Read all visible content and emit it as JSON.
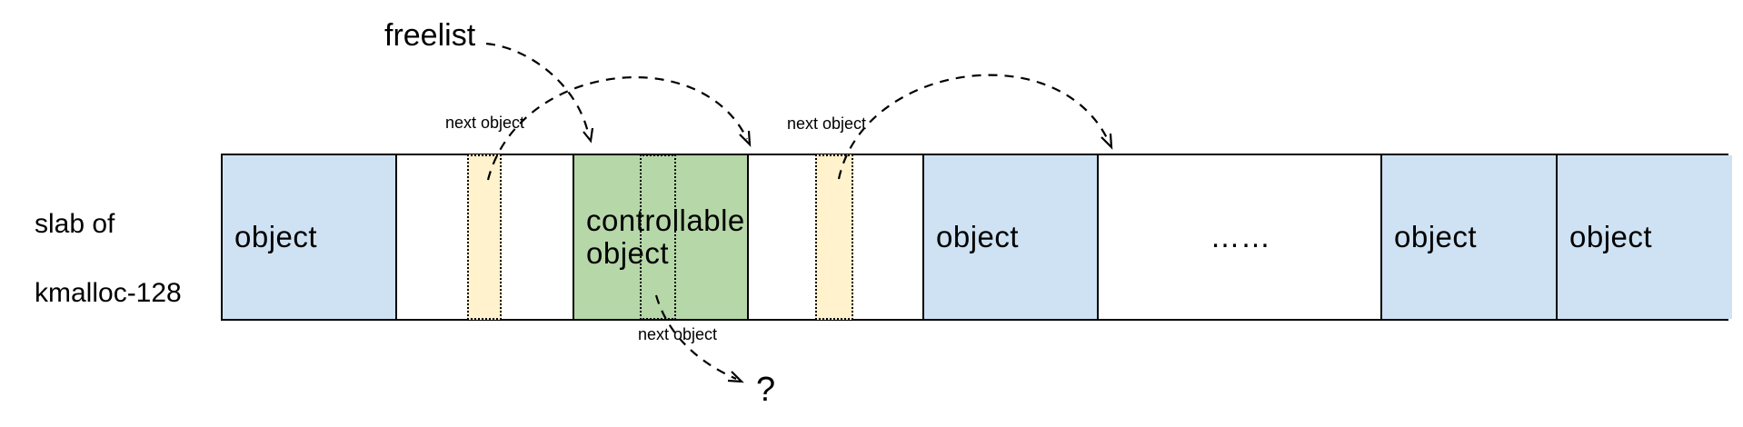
{
  "diagram": {
    "slab_caption_line1": "slab of",
    "slab_caption_line2": "kmalloc-128",
    "freelist_caption": "freelist",
    "next_object_label_1": "next object",
    "next_object_label_2": "next object",
    "next_object_label_bottom": "next object",
    "question_mark": "?",
    "boxes": [
      {
        "kind": "allocated",
        "label": "object"
      },
      {
        "kind": "free",
        "label": "",
        "pointer_strip": true
      },
      {
        "kind": "controllable",
        "label": "controllable object",
        "inner_pointer_strip": true
      },
      {
        "kind": "free",
        "label": "",
        "pointer_strip": true
      },
      {
        "kind": "allocated",
        "label": "object"
      },
      {
        "kind": "ellipsis",
        "label": "……"
      },
      {
        "kind": "allocated",
        "label": "object"
      },
      {
        "kind": "allocated",
        "label": "object"
      }
    ],
    "colors": {
      "allocated_fill": "#cfe2f3",
      "free_fill": "#ffffff",
      "controllable_fill": "#b6d7a8",
      "pointer_strip_fill": "#fff2cc",
      "line": "#000000"
    }
  }
}
